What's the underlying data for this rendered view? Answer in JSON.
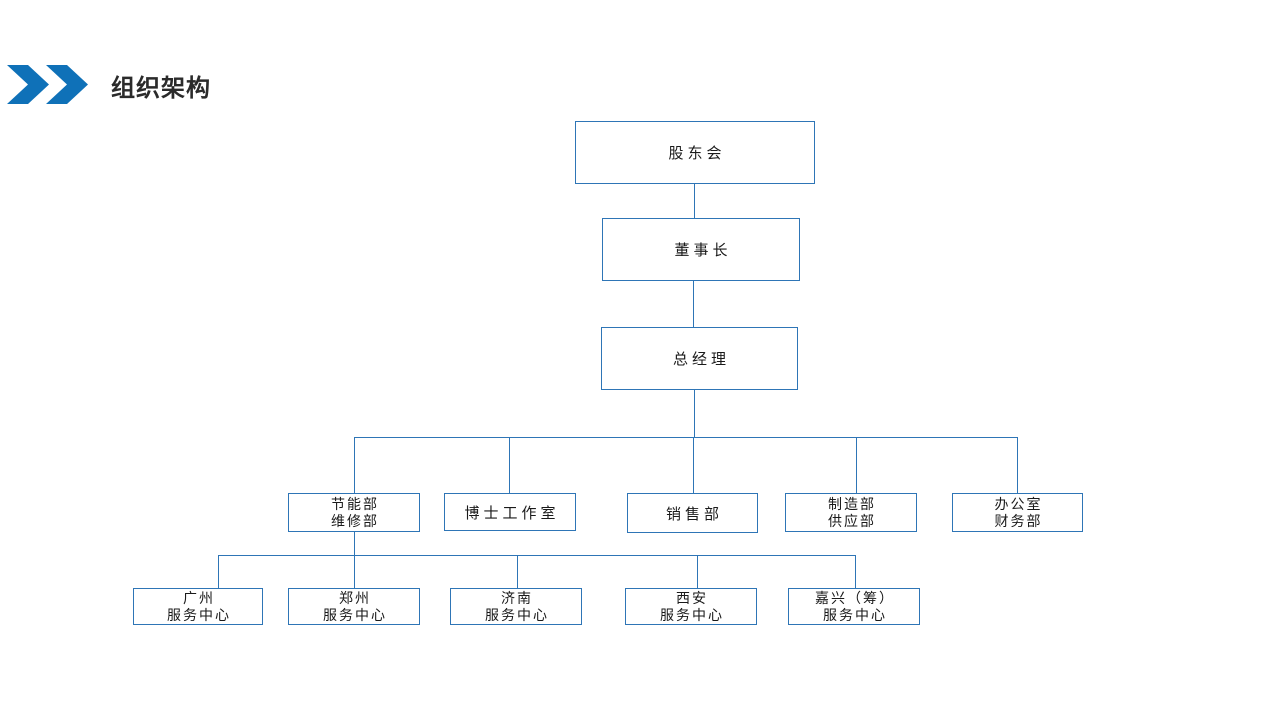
{
  "slide": {
    "title": "组织架构",
    "accent_color": "#0f71b8",
    "box_border_color": "#2e75b6",
    "connector_color": "#2e75b6",
    "background_color": "#ffffff"
  },
  "org": {
    "type": "org-chart",
    "root": {
      "label": "股东会"
    },
    "chairman": {
      "label": "董事长"
    },
    "general_manager": {
      "label": "总经理"
    },
    "departments": [
      {
        "line1": "节能部",
        "line2": "维修部"
      },
      {
        "line1": "博士工作室"
      },
      {
        "line1": "销售部"
      },
      {
        "line1": "制造部",
        "line2": "供应部"
      },
      {
        "line1": "办公室",
        "line2": "财务部"
      }
    ],
    "service_centers": [
      {
        "line1": "广州",
        "line2": "服务中心"
      },
      {
        "line1": "郑州",
        "line2": "服务中心"
      },
      {
        "line1": "济南",
        "line2": "服务中心"
      },
      {
        "line1": "西安",
        "line2": "服务中心"
      },
      {
        "line1": "嘉兴（筹）",
        "line2": "服务中心"
      }
    ]
  }
}
